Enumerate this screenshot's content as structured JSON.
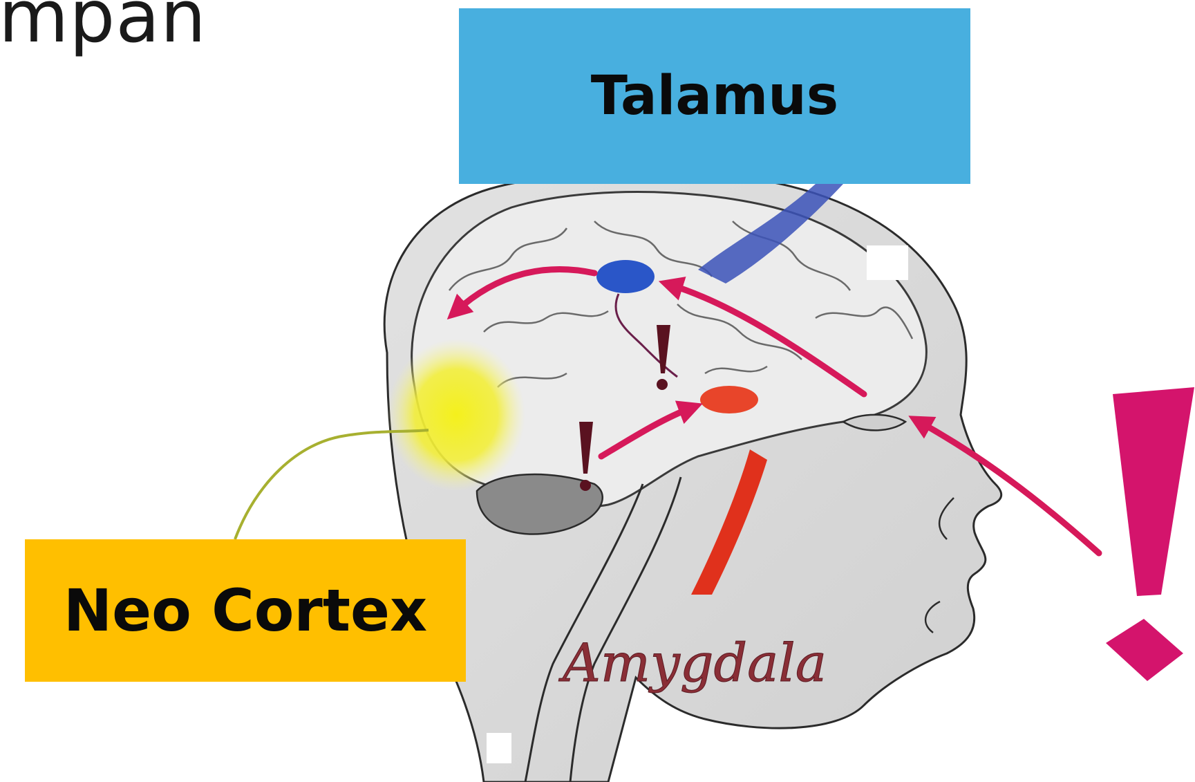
{
  "heading_fragment": "mpan",
  "labels": {
    "talamus": "Talamus",
    "neo_cortex": "Neo Cortex",
    "amygdala": "Amygdala"
  },
  "colors": {
    "talamus_box": "#48afdf",
    "neo_cortex_box": "#ffbf00",
    "pathway_arrow": "#d6195a",
    "thalamus_node": "#2a56c8",
    "amygdala_node": "#e8452a",
    "neocortex_glow": "#f2ee2e",
    "exclamation": "#d4146c",
    "amygdala_text": "#8a2e36"
  }
}
